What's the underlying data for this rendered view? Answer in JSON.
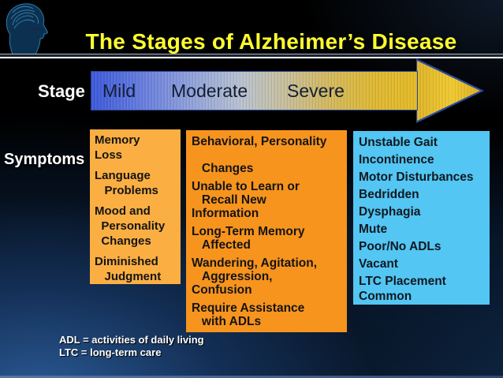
{
  "slide": {
    "title": "The Stages of Alzheimer’s Disease",
    "stage_row": {
      "label": "Stage",
      "stages": [
        "Mild",
        "Moderate",
        "Severe"
      ]
    },
    "symptoms_label": "Symptoms",
    "boxes": [
      {
        "stage": "Mild",
        "color": "#FBAF43",
        "items": [
          [
            "Memory",
            "Loss"
          ],
          [
            "Language",
            "   Problems"
          ],
          [
            "Mood and",
            "  Personality",
            "  Changes"
          ],
          [
            "Diminished",
            "   Judgment"
          ]
        ]
      },
      {
        "stage": "Moderate",
        "color": "#F7941E",
        "items": [
          [
            "Behavioral, Personality",
            "",
            "   Changes"
          ],
          [
            "Unable to Learn or",
            "   Recall New",
            "Information"
          ],
          [
            "Long-Term Memory",
            "   Affected"
          ],
          [
            "Wandering, Agitation,",
            "   Aggression,",
            "Confusion"
          ],
          [
            "Require Assistance",
            "   with ADLs"
          ]
        ]
      },
      {
        "stage": "Severe",
        "color": "#53C6F3",
        "items": [
          [
            "Unstable Gait"
          ],
          [
            "Incontinence"
          ],
          [
            "Motor Disturbances"
          ],
          [
            "Bedridden"
          ],
          [
            "Dysphagia"
          ],
          [
            "Mute"
          ],
          [
            "Poor/No ADLs"
          ],
          [
            "Vacant"
          ],
          [
            "LTC Placement",
            "Common"
          ]
        ]
      }
    ],
    "footnotes": [
      "ADL = activities of daily living",
      "LTC = long-term care"
    ],
    "colors": {
      "title_yellow": "#FFFF2E",
      "arrow_blue": "#3C58DA",
      "arrow_gold": "#E5BA22",
      "box_mild": "#FBAF43",
      "box_moderate": "#F7941E",
      "box_severe": "#53C6F3",
      "background_navy": "#0D2440"
    }
  }
}
